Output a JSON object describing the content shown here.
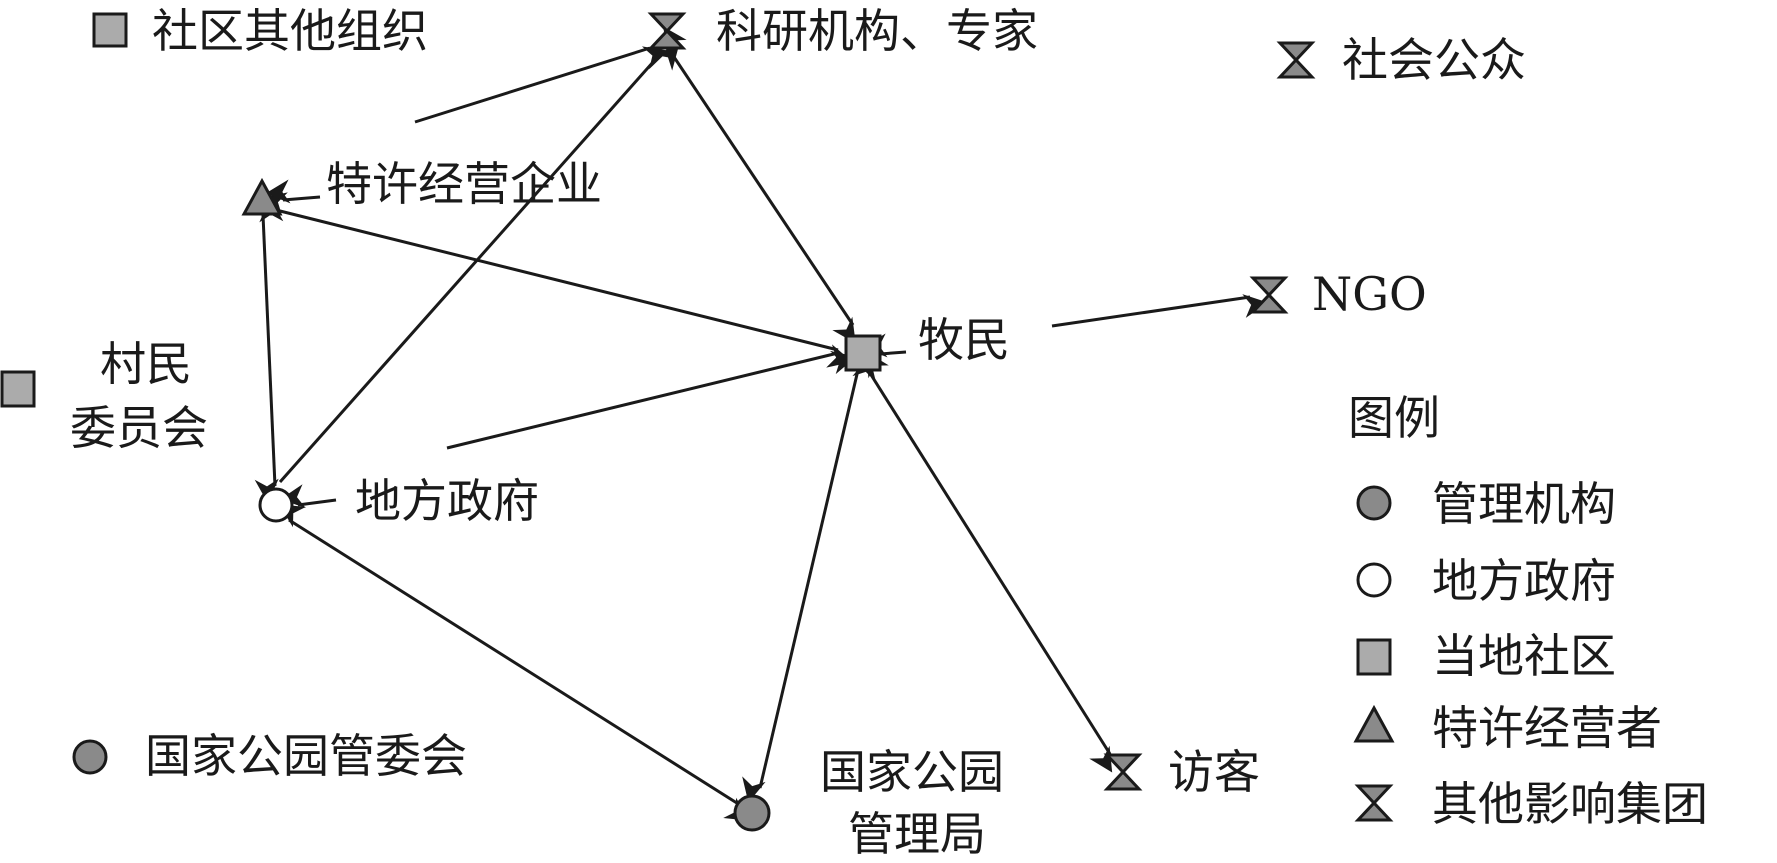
{
  "nodes": {
    "other_community_orgs": "社区其他组织",
    "research_experts": "科研机构、专家",
    "public": "社会公众",
    "concession_enterprise": "特许经营企业",
    "herders": "牧民",
    "ngo": "NGO",
    "village_committee_line1": "村民",
    "village_committee_line2": "委员会",
    "local_government": "地方政府",
    "park_committee": "国家公园管委会",
    "park_bureau_line1": "国家公园",
    "park_bureau_line2": "管理局",
    "visitors": "访客"
  },
  "legend": {
    "title": "图例",
    "items": [
      {
        "label": "管理机构",
        "shape": "circle",
        "color": "#8a8a8a"
      },
      {
        "label": "地方政府",
        "shape": "circle",
        "color": "#ffffff"
      },
      {
        "label": "当地社区",
        "shape": "square",
        "color": "#ababab"
      },
      {
        "label": "特许经营者",
        "shape": "triangle",
        "color": "#8a8a8a"
      },
      {
        "label": "其他影响集团",
        "shape": "hourglass",
        "color": "#8a8a8a"
      }
    ]
  },
  "colors": {
    "stroke": "#1a1a1a",
    "dark_fill": "#8a8a8a",
    "light_fill": "#ababab",
    "white_fill": "#ffffff"
  }
}
